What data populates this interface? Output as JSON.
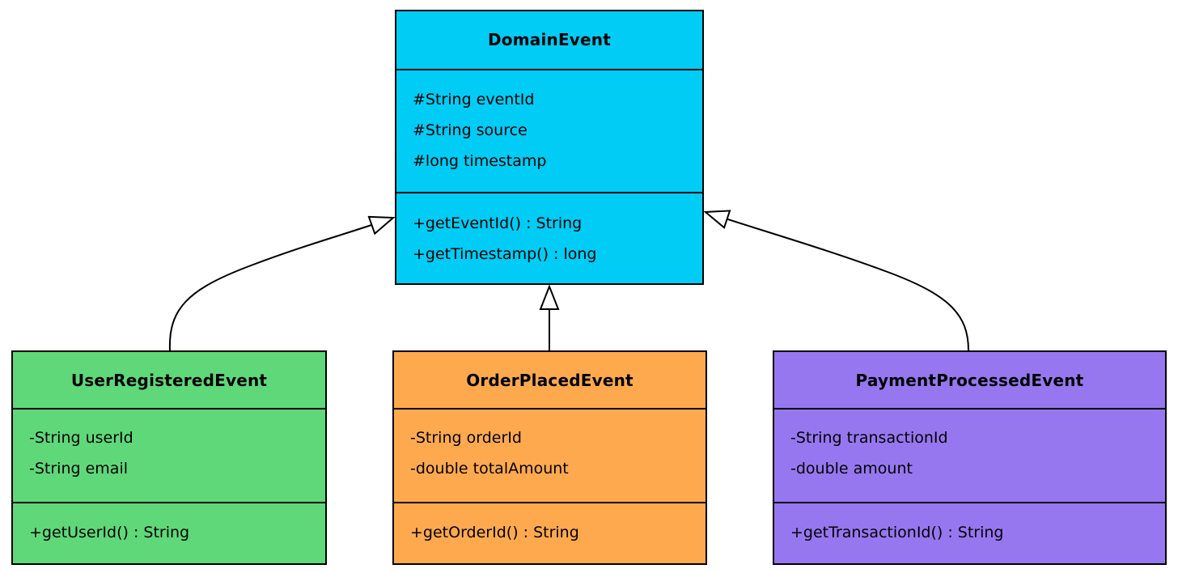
{
  "diagram": {
    "kind": "uml-class-diagram",
    "background_color": "#ffffff",
    "border_color": "#000000",
    "edge_color": "#000000",
    "text_color": "#000000"
  },
  "classes": {
    "domain": {
      "name": "DomainEvent",
      "fill_color": "#00ccf5",
      "attributes": [
        "#String eventId",
        "#String source",
        "#long timestamp"
      ],
      "methods": [
        "+getEventId() : String",
        "+getTimestamp() : long"
      ]
    },
    "user": {
      "name": "UserRegisteredEvent",
      "fill_color": "#5fd87a",
      "attributes": [
        "-String userId",
        "-String email"
      ],
      "methods": [
        "+getUserId() : String"
      ]
    },
    "order": {
      "name": "OrderPlacedEvent",
      "fill_color": "#ffa94f",
      "attributes": [
        "-String orderId",
        "-double totalAmount"
      ],
      "methods": [
        "+getOrderId() : String"
      ]
    },
    "payment": {
      "name": "PaymentProcessedEvent",
      "fill_color": "#9777f0",
      "attributes": [
        "-String transactionId",
        "-double amount"
      ],
      "methods": [
        "+getTransactionId() : String"
      ]
    }
  },
  "edges": [
    {
      "from": "UserRegisteredEvent",
      "to": "DomainEvent",
      "type": "inheritance"
    },
    {
      "from": "OrderPlacedEvent",
      "to": "DomainEvent",
      "type": "inheritance"
    },
    {
      "from": "PaymentProcessedEvent",
      "to": "DomainEvent",
      "type": "inheritance"
    }
  ]
}
